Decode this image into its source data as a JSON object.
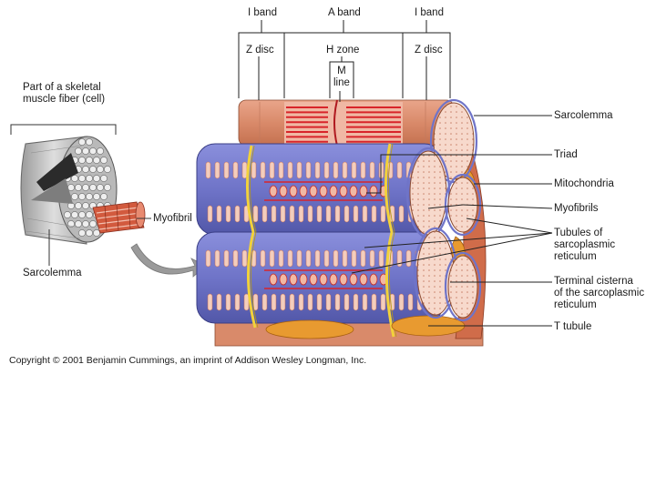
{
  "labels": {
    "i_band_left": "I band",
    "a_band": "A band",
    "i_band_right": "I band",
    "z_disc_left": "Z disc",
    "h_zone": "H zone",
    "z_disc_right": "Z disc",
    "m_line": "M\nline",
    "part_of_fiber": "Part of a skeletal\nmuscle fiber (cell)",
    "myofibril": "Myofibril",
    "sarcolemma_left": "Sarcolemma",
    "sarcolemma_right": "Sarcolemma",
    "triad": "Triad",
    "mitochondria": "Mitochondria",
    "myofibrils": "Myofibrils",
    "tubules_sr": "Tubules of\nsarcoplasmic\nreticulum",
    "terminal_cisterna": "Terminal cisterna\nof the sarcoplasmic\nreticulum",
    "t_tubule": "T tubule"
  },
  "copyright": "Copyright © 2001 Benjamin Cummings, an imprint of Addison Wesley Longman, Inc.",
  "colors": {
    "muscle": "#d98a6a",
    "muscle_light": "#f3cdbd",
    "sr_blue": "#6f74c8",
    "sr_dark": "#4a4f9e",
    "t_tubule": "#f2d23a",
    "mitochondria": "#e89a30",
    "fiber_gray": "#c8c8c8",
    "sarcomere_red": "#d8242a"
  }
}
